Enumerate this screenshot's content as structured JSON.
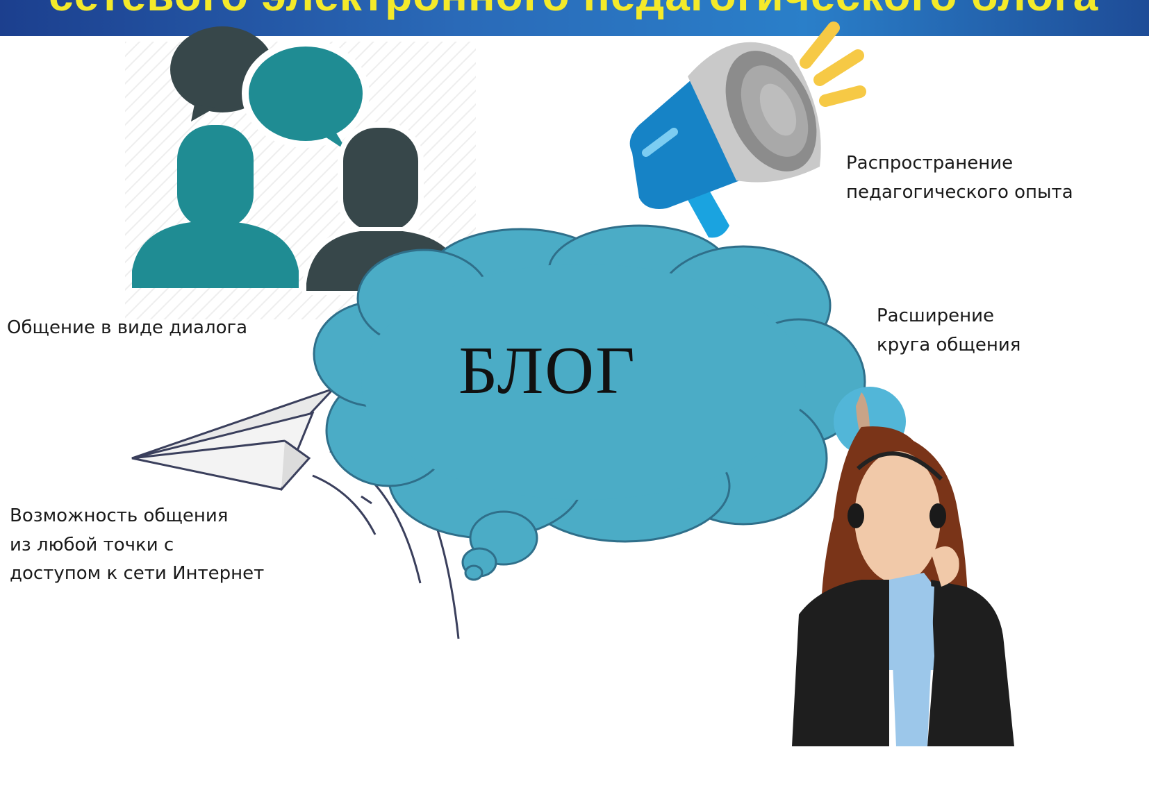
{
  "header": {
    "title": "сетевого электронного педагогического блога"
  },
  "center": {
    "label": "БЛОГ"
  },
  "captions": {
    "dialog": "Общение в виде диалога",
    "spread": "Распространение\nпедагогического опыта",
    "expand": "Расширение\nкруга общения",
    "anywhere": "Возможность общения\nиз любой точки с\nдоступом  к сети Интернет"
  },
  "illustrations": [
    "two-people-chat-icon",
    "megaphone-icon",
    "paper-plane-icon",
    "operator-woman-icon",
    "blog-cloud"
  ],
  "colors": {
    "cloud": "#4bacc6",
    "cloud_stroke": "#2f6f8a",
    "teal": "#1f8c93",
    "dark": "#37474a",
    "banner_text": "#f4ea2a"
  }
}
